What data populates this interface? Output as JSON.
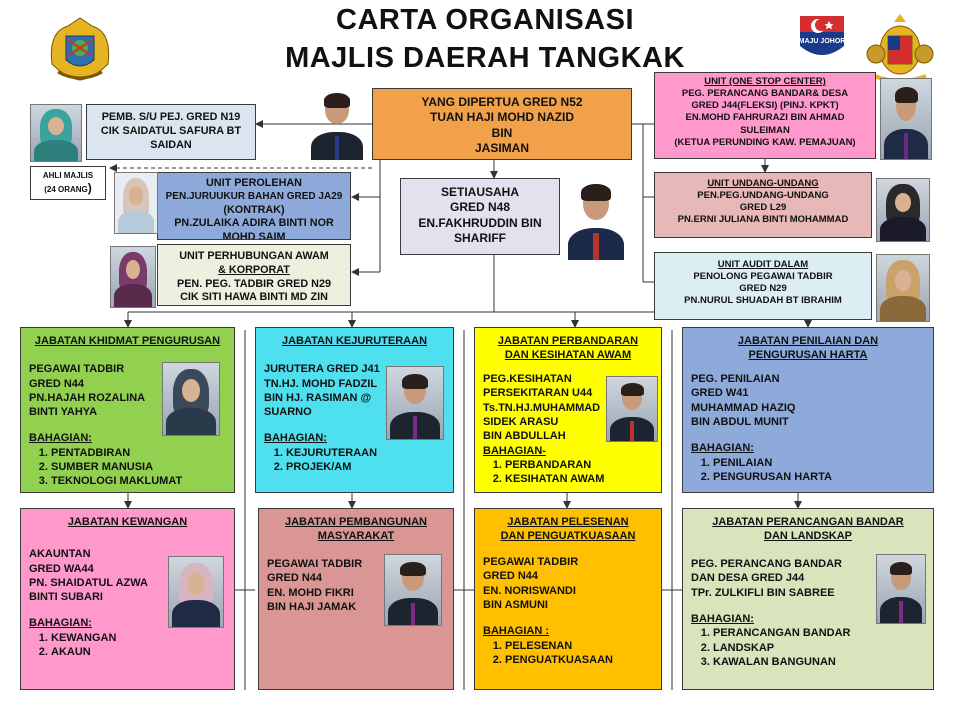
{
  "title": {
    "line1": "CARTA ORGANISASI",
    "line2": "MAJLIS DAERAH TANGKAK"
  },
  "logos": {
    "maju_johor": "MAJU JOHOR"
  },
  "head": {
    "l1": "YANG DIPERTUA GRED N52",
    "l2": "TUAN HAJI MOHD NAZID",
    "l3": "BIN",
    "l4": "JASIMAN"
  },
  "pemb": {
    "l1": "PEMB. S/U PEJ. GRED  N19",
    "l2": "CIK SAIDATUL SAFURA BT",
    "l3": "SAIDAN"
  },
  "ahli": {
    "l1": "AHLI MAJLIS",
    "l2": "(24 ORANG",
    "l3": ")"
  },
  "perolehan": {
    "l1": "UNIT PEROLEHAN",
    "l2": "PEN.JURUUKUR BAHAN GRED JA29",
    "l3": "(KONTRAK)",
    "l4": "PN.ZULAIKA ADIRA BINTI NOR",
    "l5": "MOHD SAIM"
  },
  "perhubungan": {
    "l1": "UNIT PERHUBUNGAN AWAM",
    "l2": "& KORPORAT",
    "l3": "PEN. PEG. TADBIR GRED N29",
    "l4": "CIK SITI HAWA  BINTI  MD ZIN"
  },
  "setiausaha": {
    "l1": "SETIAUSAHA",
    "l2": "GRED N48",
    "l3": "EN.FAKHRUDDIN BIN",
    "l4": "SHARIFF"
  },
  "osc": {
    "l1": "UNIT (ONE STOP CENTER)",
    "l2": "PEG. PERANCANG BANDAR& DESA",
    "l3": "GRED J44(FLEKSI) (PINJ. KPKT)",
    "l4": "EN.MOHD FAHRURAZI BIN AHMAD",
    "l5": "SULEIMAN",
    "l6": "(KETUA PERUNDING KAW. PEMAJUAN)"
  },
  "undang": {
    "l1": "UNIT UNDANG-UNDANG",
    "l2": "PEN.PEG.UNDANG-UNDANG",
    "l3": "GRED L29",
    "l4": "PN.ERNI JULIANA  BINTI MOHAMMAD"
  },
  "audit": {
    "l1": "UNIT AUDIT DALAM",
    "l2": "PENOLONG PEGAWAI TADBIR",
    "l3": "GRED N29",
    "l4": "PN.NURUL SHUADAH BT IBRAHIM"
  },
  "jkp": {
    "header": "JABATAN KHIDMAT PENGURUSAN",
    "l1": "PEGAWAI TADBIR",
    "l2": "GRED N44",
    "l3": "PN.HAJAH ROZALINA",
    "l4": "BINTI YAHYA",
    "bahagian": "BAHAGIAN:",
    "items": [
      "PENTADBIRAN",
      "SUMBER  MANUSIA",
      "TEKNOLOGI  MAKLUMAT"
    ]
  },
  "jkej": {
    "header": "JABATAN KEJURUTERAAN",
    "l1": "JURUTERA GRED J41",
    "l2": "TN.HJ. MOHD FADZIL",
    "l3": "BIN HJ. RASIMAN @",
    "l4": "SUARNO",
    "bahagian": "BAHAGIAN:",
    "items": [
      "KEJURUTERAAN",
      "PROJEK/AM"
    ]
  },
  "jpka": {
    "header1": "JABATAN PERBANDARAN",
    "header2": "DAN KESIHATAN AWAM",
    "l1": "PEG.KESIHATAN",
    "l2": "PERSEKITARAN U44",
    "l3": "Ts.TN.HJ.MUHAMMAD",
    "l4": "SIDEK ARASU",
    "l5": "BIN ABDULLAH",
    "bahagian": "BAHAGIAN-",
    "items": [
      "PERBANDARAN",
      "KESIHATAN AWAM"
    ]
  },
  "jpph": {
    "header1": "JABATAN PENILAIAN DAN",
    "header2": "PENGURUSAN HARTA",
    "l1": "PEG. PENILAIAN",
    "l2": "GRED W41",
    "l3": "MUHAMMAD HAZIQ",
    "l4": "BIN ABDUL MUNIT",
    "bahagian": "BAHAGIAN:",
    "items": [
      "PENILAIAN",
      "PENGURUSAN HARTA"
    ]
  },
  "jkew": {
    "header": "JABATAN KEWANGAN",
    "l1": "AKAUNTAN",
    "l2": "GRED WA44",
    "l3": "PN. SHAIDATUL AZWA",
    "l4": "BINTI SUBARI",
    "bahagian": "BAHAGIAN:",
    "items": [
      "KEWANGAN",
      "AKAUN"
    ]
  },
  "jpm": {
    "header1": "JABATAN PEMBANGUNAN",
    "header2": "MASYARAKAT",
    "l1": "PEGAWAI TADBIR",
    "l2": "GRED N44",
    "l3": "EN. MOHD FIKRI",
    "l4": "BIN HAJI JAMAK"
  },
  "jpp": {
    "header1": "JABATAN PELESENAN",
    "header2": "DAN PENGUATKUASAAN",
    "l1": "PEGAWAI TADBIR",
    "l2": "GRED N44",
    "l3": "EN. NORISWANDI",
    "l4": "BIN ASMUNI",
    "bahagian": "BAHAGIAN :",
    "items": [
      "PELESENAN",
      "PENGUATKUASAAN"
    ]
  },
  "jpbl": {
    "header1": "JABATAN PERANCANGAN BANDAR",
    "header2": "DAN LANDSKAP",
    "l1": "PEG. PERANCANG BANDAR",
    "l2": "DAN DESA GRED J44",
    "l3": "TPr. ZULKIFLI BIN SABREE",
    "bahagian": "BAHAGIAN:",
    "items": [
      "PERANCANGAN BANDAR",
      "LANDSKAP",
      "KAWALAN BANGUNAN"
    ]
  },
  "colors": {
    "head": "#f0a14a",
    "jkp": "#92d050",
    "jkej": "#4fe0f0",
    "jpka": "#ffff00",
    "jpph": "#8eaadb",
    "jkew": "#ff99cc",
    "jpm": "#d99694",
    "jpp": "#ffc000",
    "jpbl": "#d8e4bc"
  }
}
